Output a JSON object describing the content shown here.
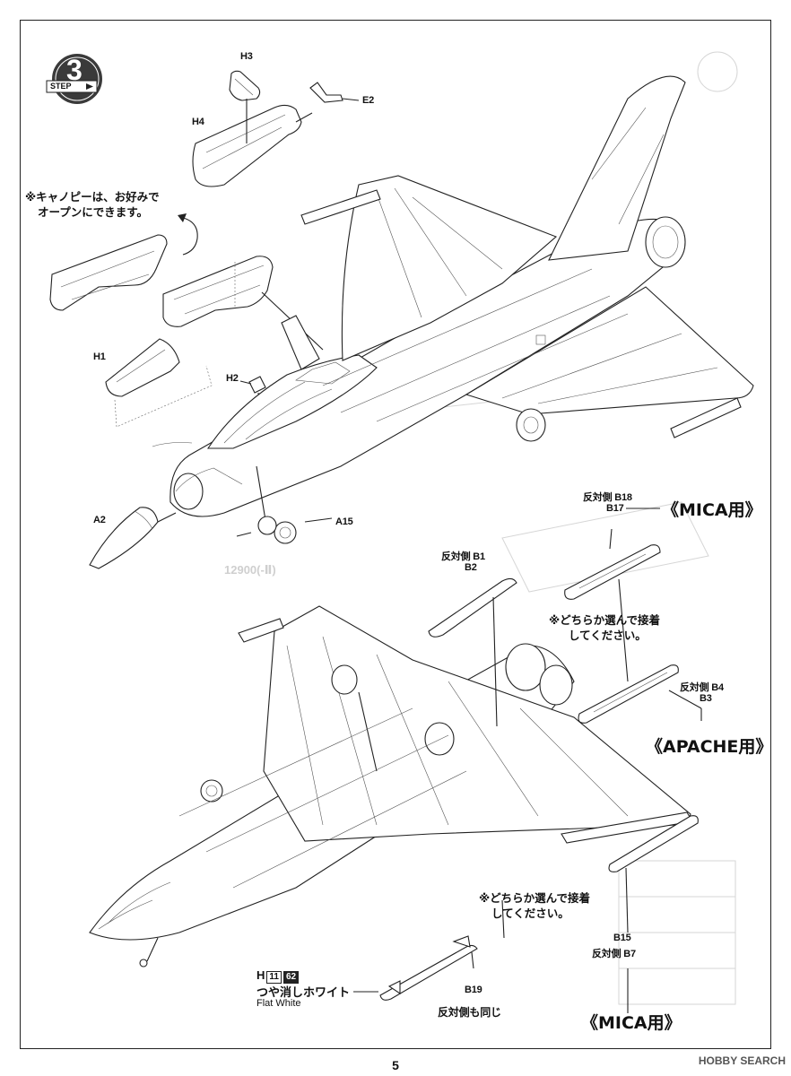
{
  "step": {
    "number": "3",
    "label": "STEP"
  },
  "parts": {
    "h3": "H3",
    "h4": "H4",
    "e2": "E2",
    "h1": "H1",
    "h2": "H2",
    "a2": "A2",
    "a15": "A15",
    "b1": "反対側 B1",
    "b2": "B2",
    "b18": "反対側 B18",
    "b17": "B17",
    "b4": "反対側 B4",
    "b3": "B3",
    "b15": "B15",
    "b7": "反対側 B7",
    "b19": "B19",
    "b19_note": "反対側も同じ"
  },
  "notes": {
    "canopy_line1": "※キャノピーは、お好みで",
    "canopy_line2": "オープンにできます。",
    "choose_upper_1": "※どちらか選んで接着",
    "choose_upper_2": "してください。",
    "choose_lower_1": "※どちらか選んで接着",
    "choose_lower_2": "してください。"
  },
  "loadouts": {
    "mica_top": "《MICA用》",
    "apache": "《APACHE用》",
    "mica_bottom": "《MICA用》"
  },
  "paint": {
    "letter": "H",
    "code1": "11",
    "code2": "62",
    "name_jp": "つや消しホワイト",
    "name_en": "Flat White"
  },
  "page_number": "5",
  "watermark": "HOBBY SEARCH"
}
